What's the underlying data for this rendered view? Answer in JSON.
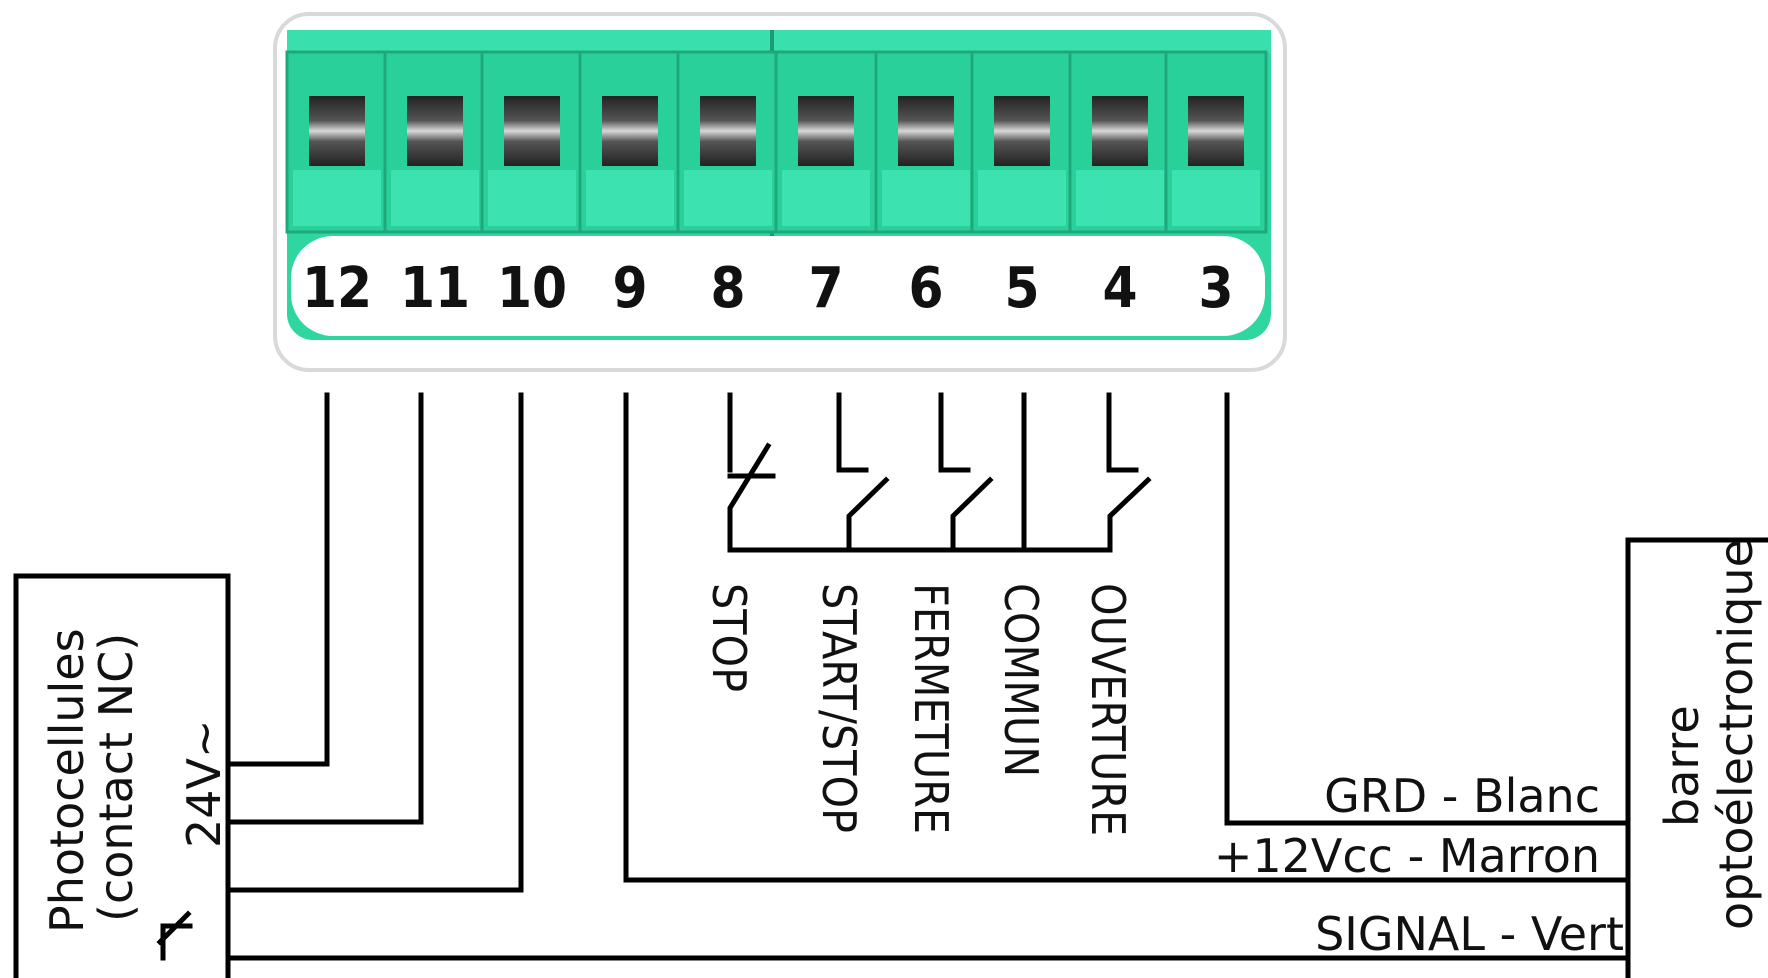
{
  "terminals": [
    "12",
    "11",
    "10",
    "9",
    "8",
    "7",
    "6",
    "5",
    "4",
    "3"
  ],
  "switch_labels": [
    "STOP",
    "START/STOP",
    "FERMETURE",
    "COMMUN",
    "OUVERTURE"
  ],
  "photocell": {
    "title_line1": "Photocellules",
    "title_line2": "(contact NC)",
    "voltage": "24V~"
  },
  "bar": {
    "title_line1": "barre",
    "title_line2": "optoélectronique",
    "wires": [
      "GRD - Blanc",
      "+12Vcc - Marron",
      "SIGNAL - Vert"
    ]
  },
  "colors": {
    "terminal_green": "#2fd6a0",
    "terminal_dark": "#1fa87c",
    "wire": "#000000"
  }
}
